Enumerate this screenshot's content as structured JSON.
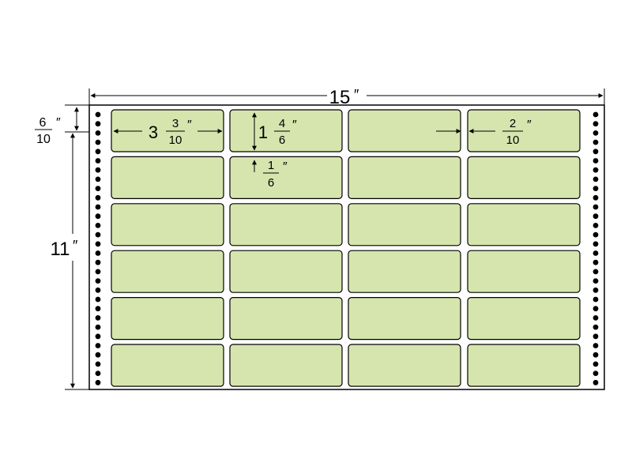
{
  "sheet": {
    "width_label": "15",
    "height_label": "11",
    "inch_mark": "″",
    "label_color": "#d6e5ae",
    "label_border_color": "#000000",
    "rows": 6,
    "columns": 4
  },
  "dimensions": {
    "top_margin": {
      "numerator": "6",
      "denominator": "10",
      "unit": "″"
    },
    "label_width": {
      "whole": "3",
      "numerator": "3",
      "denominator": "10",
      "unit": "″"
    },
    "label_height": {
      "whole": "1",
      "numerator": "4",
      "denominator": "6",
      "unit": "″"
    },
    "vertical_gap": {
      "numerator": "1",
      "denominator": "6",
      "unit": "″"
    },
    "horizontal_gap": {
      "numerator": "2",
      "denominator": "10",
      "unit": "″"
    }
  }
}
